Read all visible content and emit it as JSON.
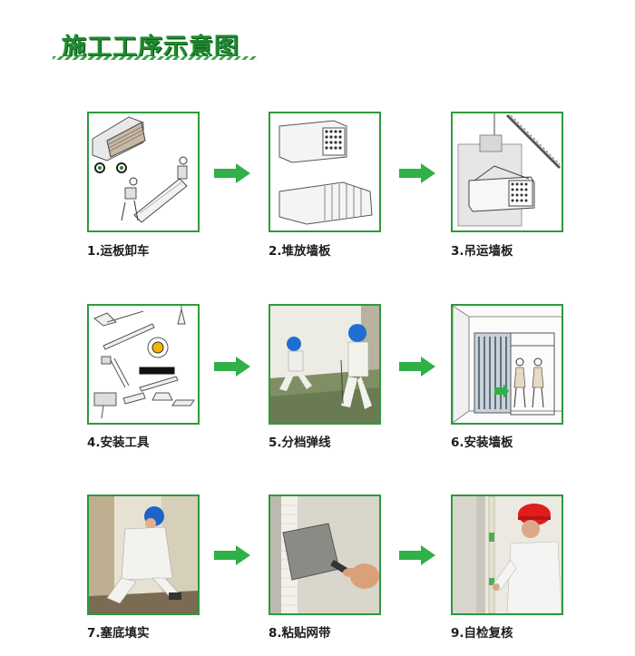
{
  "title": "施工工序示意图",
  "steps": [
    {
      "caption": "1.运板卸车"
    },
    {
      "caption": "2.堆放墙板"
    },
    {
      "caption": "3.吊运墙板"
    },
    {
      "caption": "4.安装工具"
    },
    {
      "caption": "5.分档弹线"
    },
    {
      "caption": "6.安装墙板"
    },
    {
      "caption": "7.塞底填实"
    },
    {
      "caption": "8.粘贴网带"
    },
    {
      "caption": "9.自检复核"
    }
  ],
  "colors": {
    "frame": "#2e9a3c",
    "arrow": "#2fb048",
    "title": "#1f8a2f"
  }
}
